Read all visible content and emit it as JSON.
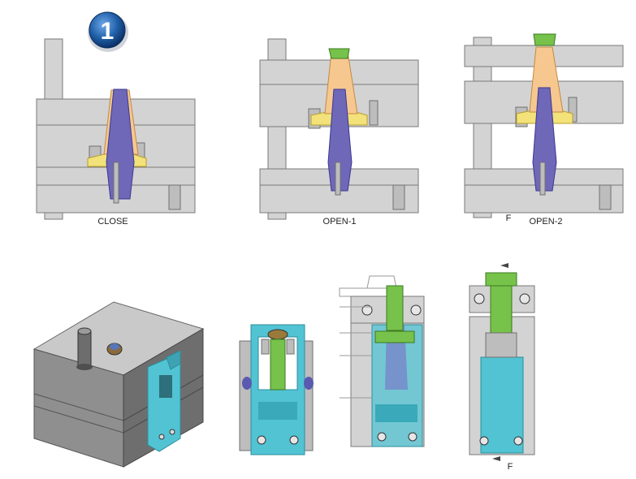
{
  "step_badge": "1",
  "labels": {
    "close": "CLOSE",
    "open1": "OPEN-1",
    "open2": "OPEN-2",
    "section_top": "F",
    "section_bottom": "F"
  },
  "colors": {
    "mold_plate": "#d3d3d3",
    "core": "#6f67b8",
    "cavity_insert": "#f6c88f",
    "slide": "#52c3d3",
    "preform": "#77c24a",
    "badge": "#1f5fa8"
  }
}
